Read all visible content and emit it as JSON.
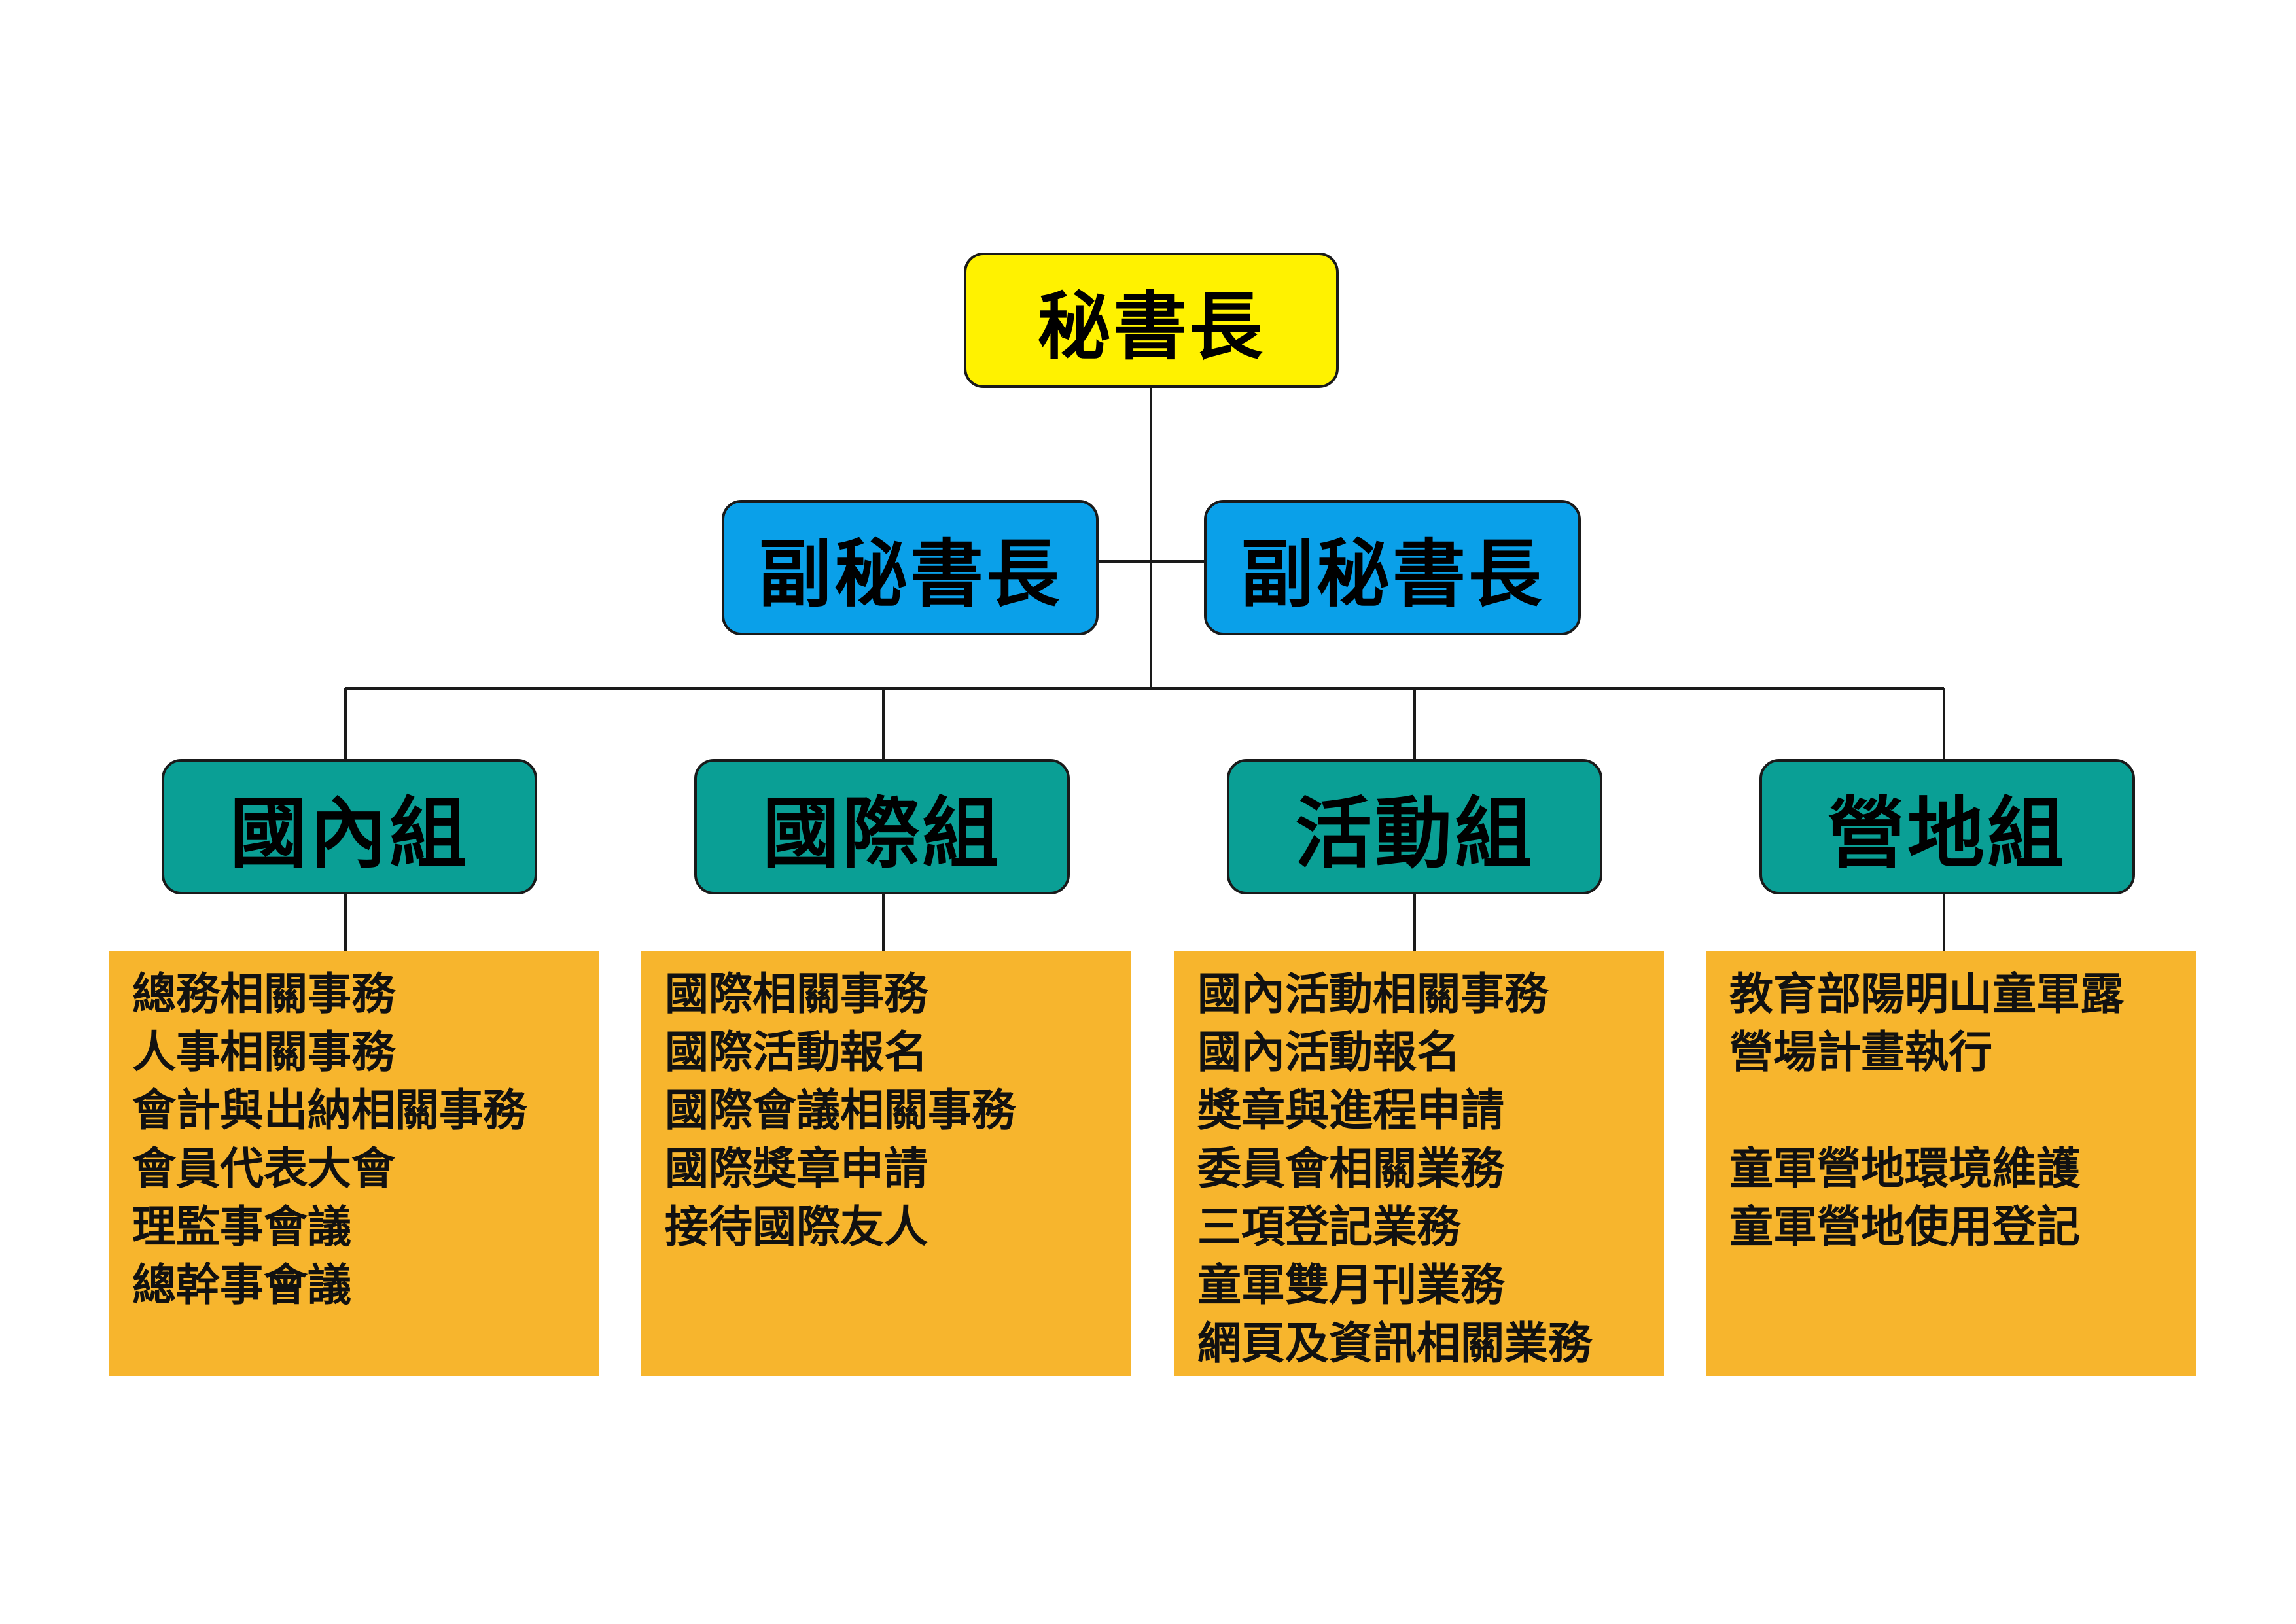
{
  "colors": {
    "secretary_general": "#fff200",
    "deputy": "#0aa0e9",
    "group": "#0a9f95",
    "duties": "#f7b52d",
    "line": "#1a1a1a"
  },
  "secretary_general": {
    "label": "秘書長"
  },
  "deputies": [
    {
      "label": "副秘書長"
    },
    {
      "label": "副秘書長"
    }
  ],
  "groups": [
    {
      "label": "國內組",
      "duties": [
        "總務相關事務",
        "人事相關事務",
        "會計與出納相關事務",
        "會員代表大會",
        "理監事會議",
        "總幹事會議"
      ]
    },
    {
      "label": "國際組",
      "duties": [
        "國際相關事務",
        "國際活動報名",
        "國際會議相關事務",
        "國際獎章申請",
        "接待國際友人"
      ]
    },
    {
      "label": "活動組",
      "duties": [
        "國內活動相關事務",
        "國內活動報名",
        "獎章與進程申請",
        "委員會相關業務",
        "三項登記業務",
        "童軍雙月刊業務",
        "網頁及資訊相關業務"
      ]
    },
    {
      "label": "營地組",
      "duties": [
        "教育部陽明山童軍露",
        "營場計畫執行",
        "",
        "童軍營地環境維護",
        "童軍營地使用登記"
      ]
    }
  ]
}
